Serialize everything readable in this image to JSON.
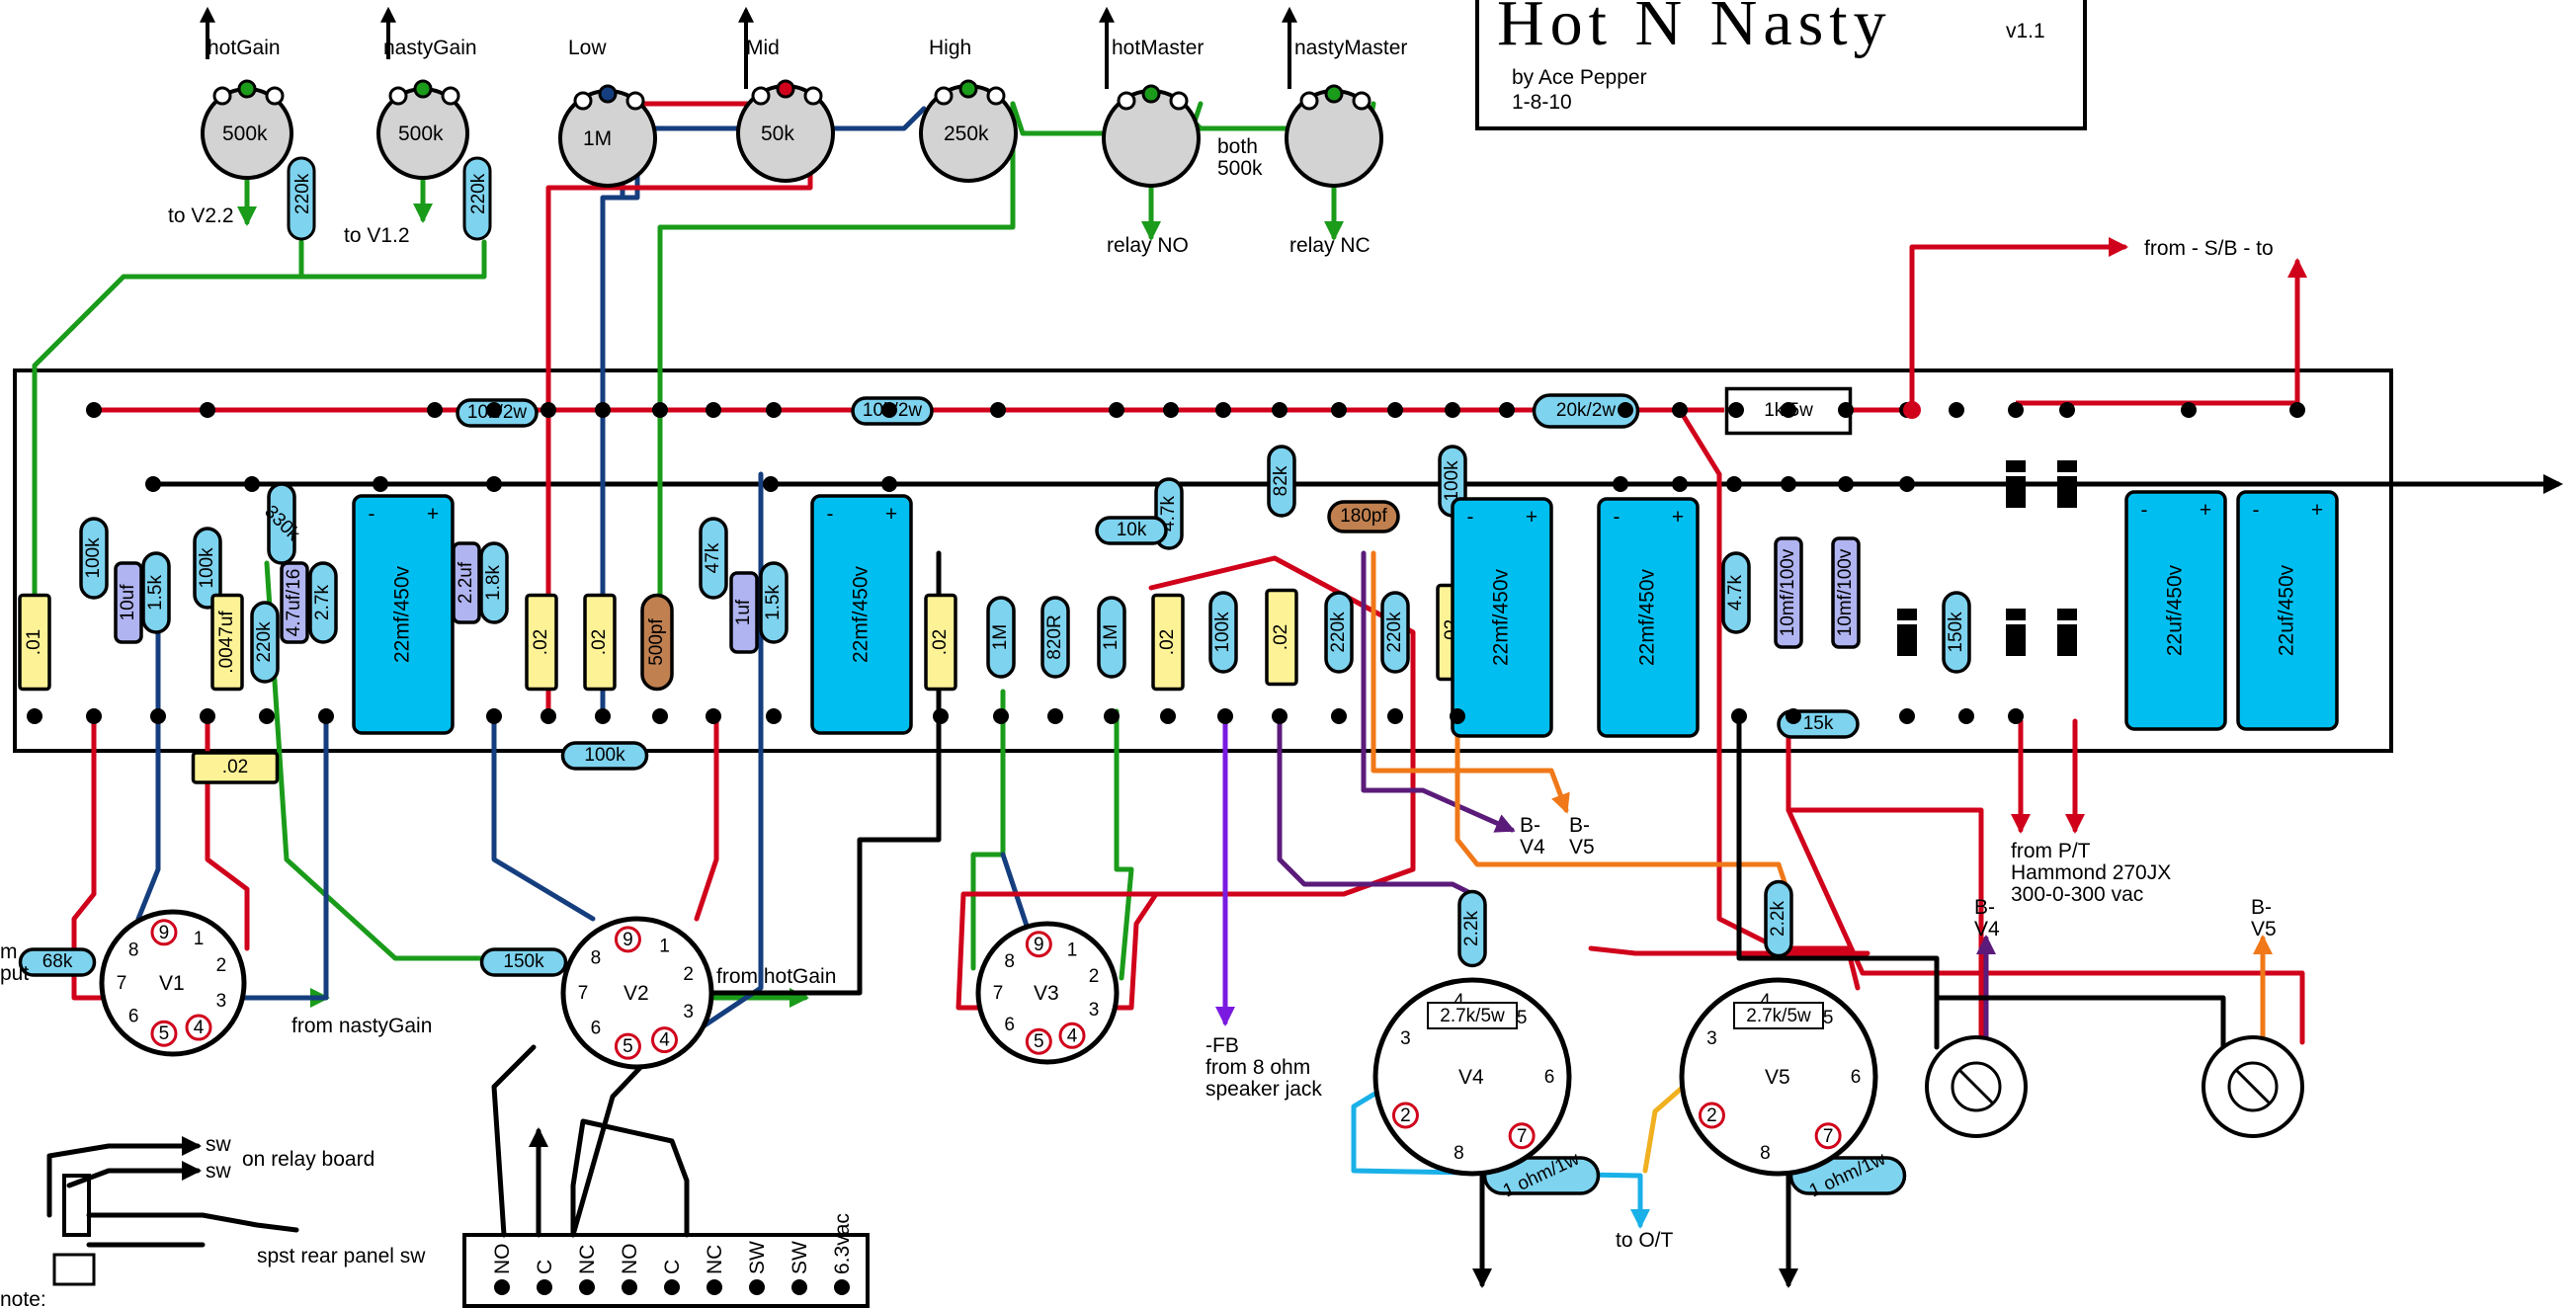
{
  "title": {
    "name": "Hot N Nasty",
    "version": "v1.1",
    "author": "by Ace Pepper",
    "date": "1-8-10"
  },
  "colors": {
    "hv_wire": "#d0021b",
    "signal_wire": "#1a9b1a",
    "blue_wire": "#153e7e",
    "purple_wire": "#5b1b7a",
    "orange_wire": "#f07818",
    "lightblue_wire": "#1ab0e8",
    "amber_wire": "#f0b020",
    "filter_cap": "#00bff0",
    "resistor": "#7ed3ef",
    "film_cap": "#fdf296",
    "small_cap": "#b0b4f0",
    "mica_cap": "#c08050",
    "pot": "#d3d3d3"
  },
  "pots": [
    {
      "label": "hotGain",
      "value": "500k",
      "out": "to V2.2",
      "resistor": "220k"
    },
    {
      "label": "nastyGain",
      "value": "500k",
      "out": "to V1.2",
      "resistor": "220k"
    },
    {
      "label": "Low",
      "value": "1M"
    },
    {
      "label": "Mid",
      "value": "50k"
    },
    {
      "label": "High",
      "value": "250k"
    },
    {
      "label": "hotMaster",
      "value": "",
      "out": "relay NO"
    },
    {
      "label": "nastyMaster",
      "value": "",
      "out": "relay NC"
    }
  ],
  "masters_note": "both\n500k",
  "board_components": [
    {
      "id": "c1",
      "kind": "film",
      "label": ".01"
    },
    {
      "id": "r1",
      "kind": "res",
      "label": "100k"
    },
    {
      "id": "c2",
      "kind": "small",
      "label": "10uf"
    },
    {
      "id": "r2",
      "kind": "res",
      "label": "1.5k"
    },
    {
      "id": "r3",
      "kind": "res",
      "label": "100k"
    },
    {
      "id": "c3",
      "kind": "film",
      "label": ".0047uf"
    },
    {
      "id": "r4",
      "kind": "res",
      "label": "220k"
    },
    {
      "id": "r5",
      "kind": "res",
      "label": "330k"
    },
    {
      "id": "c4",
      "kind": "small",
      "label": "4.7uf/16"
    },
    {
      "id": "r6",
      "kind": "res",
      "label": "2.7k"
    },
    {
      "id": "fc1",
      "kind": "filter",
      "label": "22mf/450v",
      "plus": "+",
      "minus": "-"
    },
    {
      "id": "c5",
      "kind": "small",
      "label": "2.2uf"
    },
    {
      "id": "r7",
      "kind": "res",
      "label": "1.8k"
    },
    {
      "id": "c6",
      "kind": "film",
      "label": ".02"
    },
    {
      "id": "c7",
      "kind": "film",
      "label": ".02"
    },
    {
      "id": "c8",
      "kind": "mica",
      "label": "500pf"
    },
    {
      "id": "r8",
      "kind": "res",
      "label": "47k"
    },
    {
      "id": "c9",
      "kind": "small",
      "label": "1uf"
    },
    {
      "id": "r9",
      "kind": "res",
      "label": "1.5k"
    },
    {
      "id": "fc2",
      "kind": "filter",
      "label": "22mf/450v",
      "plus": "+",
      "minus": "-"
    },
    {
      "id": "c10",
      "kind": "film",
      "label": ".02"
    },
    {
      "id": "r10",
      "kind": "res",
      "label": "1M"
    },
    {
      "id": "r11",
      "kind": "res",
      "label": "820R"
    },
    {
      "id": "r12",
      "kind": "res",
      "label": "1M"
    },
    {
      "id": "c11",
      "kind": "film",
      "label": ".02"
    },
    {
      "id": "r13",
      "kind": "res",
      "label": "100k"
    },
    {
      "id": "r14",
      "kind": "res",
      "label": "4.7k"
    },
    {
      "id": "r15",
      "kind": "res",
      "label": "10k"
    },
    {
      "id": "r16",
      "kind": "res",
      "label": "82k"
    },
    {
      "id": "c12",
      "kind": "film",
      "label": ".02"
    },
    {
      "id": "r17",
      "kind": "res",
      "label": "220k"
    },
    {
      "id": "r18",
      "kind": "res",
      "label": "220k"
    },
    {
      "id": "c13",
      "kind": "mica",
      "label": "180pf"
    },
    {
      "id": "r19",
      "kind": "res",
      "label": "100k"
    },
    {
      "id": "c14",
      "kind": "film",
      "label": ".02"
    },
    {
      "id": "fc3",
      "kind": "filter",
      "label": "22mf/450v",
      "plus": "+",
      "minus": "-"
    },
    {
      "id": "fc4",
      "kind": "filter",
      "label": "22mf/450v",
      "plus": "+",
      "minus": "-"
    },
    {
      "id": "r20",
      "kind": "res",
      "label": "4.7k"
    },
    {
      "id": "c15",
      "kind": "small",
      "label": "10mf/100v"
    },
    {
      "id": "c16",
      "kind": "small",
      "label": "10mf/100v"
    },
    {
      "id": "r21",
      "kind": "res",
      "label": "150k"
    },
    {
      "id": "r22",
      "kind": "res",
      "label": "15k"
    },
    {
      "id": "fc5",
      "kind": "filter",
      "label": "22uf/450v",
      "plus": "+",
      "minus": "-"
    },
    {
      "id": "fc6",
      "kind": "filter",
      "label": "22uf/450v",
      "plus": "+",
      "minus": "-"
    },
    {
      "id": "r23",
      "kind": "res",
      "label": "10k/2w"
    },
    {
      "id": "r24",
      "kind": "res",
      "label": "10k/2w"
    },
    {
      "id": "r25",
      "kind": "res",
      "label": "20k/2w"
    },
    {
      "id": "r26",
      "kind": "box",
      "label": "1k/5w"
    },
    {
      "id": "c17",
      "kind": "film",
      "label": ".02"
    },
    {
      "id": "r27",
      "kind": "res",
      "label": "100k"
    },
    {
      "id": "r28",
      "kind": "res",
      "label": "68k"
    },
    {
      "id": "r29",
      "kind": "res",
      "label": "150k"
    },
    {
      "id": "r30",
      "kind": "res",
      "label": "2.2k"
    },
    {
      "id": "r31",
      "kind": "res",
      "label": "2.2k"
    },
    {
      "id": "r32",
      "kind": "res",
      "label": "1 ohm/1w"
    },
    {
      "id": "r33",
      "kind": "res",
      "label": "1 ohm/1w"
    }
  ],
  "tubes": [
    {
      "id": "V1",
      "pins": [
        "1",
        "2",
        "3",
        "4",
        "5",
        "6",
        "7",
        "8",
        "9"
      ]
    },
    {
      "id": "V2",
      "pins": [
        "1",
        "2",
        "3",
        "4",
        "5",
        "6",
        "7",
        "8",
        "9"
      ]
    },
    {
      "id": "V3",
      "pins": [
        "1",
        "2",
        "3",
        "4",
        "5",
        "6",
        "7",
        "8",
        "9"
      ]
    },
    {
      "id": "V4",
      "pins": [
        "3",
        "4",
        "5",
        "6",
        "7",
        "8",
        "2"
      ],
      "screen": "2.7k/5w"
    },
    {
      "id": "V5",
      "pins": [
        "3",
        "4",
        "5",
        "6",
        "7",
        "8",
        "2"
      ],
      "screen": "2.7k/5w"
    }
  ],
  "annotations": {
    "from_input": "m\nput",
    "from_nastygain": "from nastyGain",
    "from_hotgain": "from hotGain",
    "b_v4_a": "B-\nV4",
    "b_v5_a": "B-\nV5",
    "fb": "-FB\nfrom 8 ohm\nspeaker jack",
    "from_pt": "from P/T\nHammond 270JX\n300-0-300 vac",
    "b_v4_b": "B-\nV4",
    "b_v5_b": "B-\nV5",
    "sb": "from - S/B - to",
    "to_ot": "to O/T",
    "sw1": "sw",
    "sw2": "sw",
    "relay_board": "on relay board",
    "spst": "spst rear panel sw",
    "note": "note:"
  },
  "relay_terminals": [
    "NO",
    "C",
    "NC",
    "NO",
    "C",
    "NC",
    "SW",
    "SW",
    "6.3vac"
  ]
}
